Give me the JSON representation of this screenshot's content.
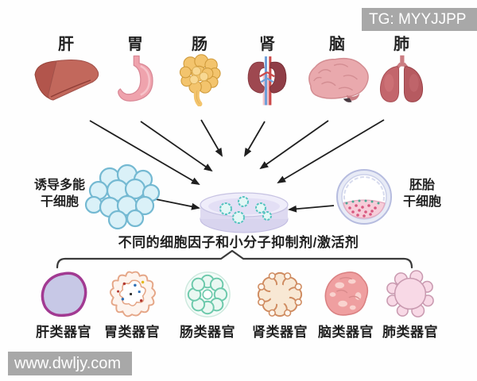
{
  "watermarks": {
    "top_right": "TG: MYYJJPP",
    "bottom_left": "www.dwljy.com"
  },
  "organs": [
    {
      "label": "肝",
      "icon": "liver-icon"
    },
    {
      "label": "胃",
      "icon": "stomach-icon"
    },
    {
      "label": "肠",
      "icon": "intestine-icon"
    },
    {
      "label": "肾",
      "icon": "kidney-icon"
    },
    {
      "label": "脑",
      "icon": "brain-icon"
    },
    {
      "label": "肺",
      "icon": "lung-icon"
    }
  ],
  "left_stem_cell": {
    "line1": "诱导多能",
    "line2": "干细胞",
    "icon": "ipsc-cluster-icon"
  },
  "right_stem_cell": {
    "line1": "胚胎",
    "line2": "干细胞",
    "icon": "embryo-icon"
  },
  "center": {
    "icon": "petri-dish-icon",
    "caption": "不同的细胞因子和小分子抑制剂/激活剂"
  },
  "organoids": [
    {
      "label": "肝类器官",
      "icon": "liver-organoid-icon"
    },
    {
      "label": "胃类器官",
      "icon": "stomach-organoid-icon"
    },
    {
      "label": "肠类器官",
      "icon": "intestine-organoid-icon"
    },
    {
      "label": "肾类器官",
      "icon": "kidney-organoid-icon"
    },
    {
      "label": "脑类器官",
      "icon": "brain-organoid-icon"
    },
    {
      "label": "肺类器官",
      "icon": "lung-organoid-icon"
    }
  ],
  "colors": {
    "watermark_bg": "#a8a8a8",
    "arrow": "#1f1f1f",
    "brace": "#3a3a3a"
  }
}
